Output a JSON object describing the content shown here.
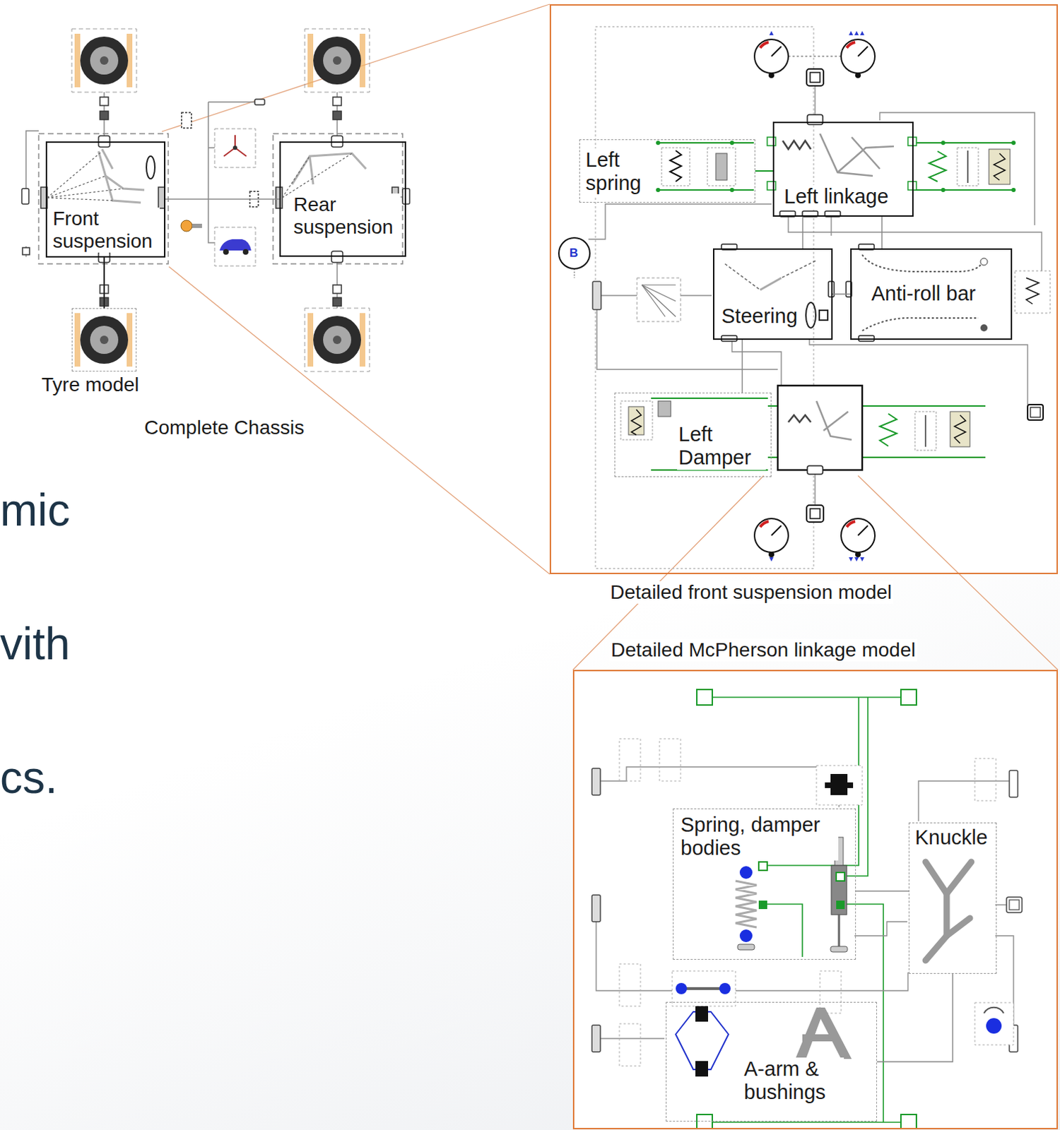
{
  "diagram": {
    "nodes": [
      {
        "text": [
          "Front suspension"
        ]
      },
      {
        "text": [
          "Rear suspension"
        ]
      },
      {
        "text": [
          "Tyre model"
        ]
      },
      {
        "text": [
          "Detailed front suspension model"
        ]
      },
      {
        "text": [
          "Left linkage"
        ],
        "in": 3
      },
      {
        "text": [
          "Steering"
        ],
        "in": 3
      },
      {
        "text": [
          "Anti-roll bar"
        ],
        "in": 3
      },
      {
        "text": [
          "Left spring"
        ],
        "in": 3
      },
      {
        "text": [
          "Left Damper"
        ],
        "in": 3
      },
      {
        "text": [
          "Detailed McPherson linkage model"
        ]
      },
      {
        "text": [
          "Spring, damper bodies"
        ],
        "in": 9
      },
      {
        "text": [
          "Knuckle"
        ],
        "in": 9
      },
      {
        "text": [
          "A-arm & bushings"
        ],
        "in": 9
      }
    ],
    "edges": [
      {
        "from": 0,
        "to": 2,
        "arrow": "none"
      },
      {
        "from": 0,
        "to": 1,
        "arrow": "none"
      },
      {
        "from": 7,
        "to": 4,
        "arrow": "none"
      },
      {
        "from": 4,
        "to": 5,
        "arrow": "none"
      },
      {
        "from": 4,
        "to": 6,
        "arrow": "none"
      },
      {
        "from": 5,
        "to": 6,
        "arrow": "none"
      },
      {
        "from": 8,
        "to": 5,
        "arrow": "none"
      },
      {
        "from": 10,
        "to": 11,
        "arrow": "none"
      },
      {
        "from": 12,
        "to": 11,
        "arrow": "none"
      }
    ],
    "labels": [
      "Complete Chassis",
      "mic",
      "vith",
      "cs.",
      "B"
    ]
  }
}
